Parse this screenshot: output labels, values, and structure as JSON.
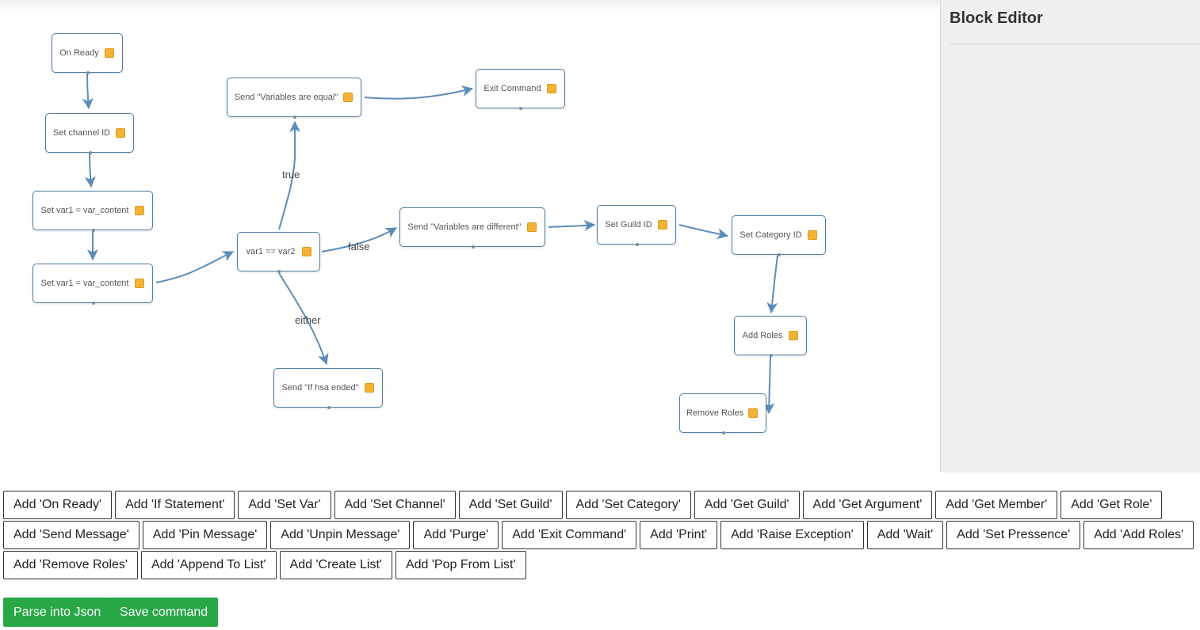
{
  "nodes": [
    {
      "label": "On Ready"
    },
    {
      "label": "Set channel ID"
    },
    {
      "label": "Set var1 = var_content"
    },
    {
      "label": "Set var1 = var_content"
    },
    {
      "label": "var1 == var2"
    },
    {
      "label": "Send \"Variables are equal\""
    },
    {
      "label": "Exit Command"
    },
    {
      "label": "Send \"Variables are different\""
    },
    {
      "label": "Set Guild ID"
    },
    {
      "label": "Set Category ID"
    },
    {
      "label": "Add Roles"
    },
    {
      "label": "Remove Roles"
    },
    {
      "label": "Send \"If hsa ended\""
    }
  ],
  "edge_labels": {
    "true": "true",
    "false": "false",
    "either": "either"
  },
  "sidebar": {
    "title": "Block Editor"
  },
  "add_buttons": [
    "Add 'On Ready'",
    "Add 'If Statement'",
    "Add 'Set Var'",
    "Add 'Set Channel'",
    "Add 'Set Guild'",
    "Add 'Set Category'",
    "Add 'Get Guild'",
    "Add 'Get Argument'",
    "Add 'Get Member'",
    "Add 'Get Role'",
    "Add 'Send Message'",
    "Add 'Pin Message'",
    "Add 'Unpin Message'",
    "Add 'Purge'",
    "Add 'Exit Command'",
    "Add 'Print'",
    "Add 'Raise Exception'",
    "Add 'Wait'",
    "Add 'Set Pressence'",
    "Add 'Add Roles'",
    "Add 'Remove Roles'",
    "Add 'Append To List'",
    "Add 'Create List'",
    "Add 'Pop From List'"
  ],
  "actions": {
    "parse_label": "Parse into Json",
    "save_label": "Save command"
  },
  "colors": {
    "edge": "#5b8db8",
    "node_border": "#4f7da6",
    "handle": "#f5b335",
    "action_green": "#28a745"
  }
}
